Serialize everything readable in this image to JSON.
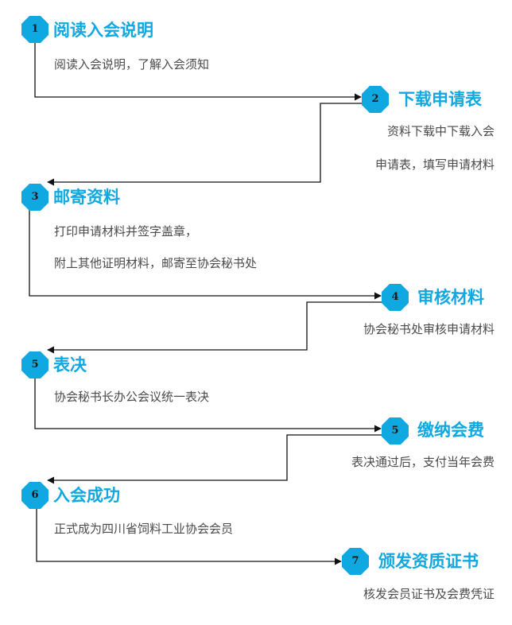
{
  "colors": {
    "accent": "#10a8e0",
    "line": "#111111",
    "text": "#4a4a4a"
  },
  "steps": [
    {
      "num": "1",
      "title": "阅读入会说明",
      "desc": [
        "阅读入会说明，了解入会须知"
      ]
    },
    {
      "num": "2",
      "title": "下载申请表",
      "desc": [
        "资料下载中下载入会",
        "申请表，填写申请材料"
      ]
    },
    {
      "num": "3",
      "title": "邮寄资料",
      "desc": [
        "打印申请材料并签字盖章，",
        "附上其他证明材料，邮寄至协会秘书处"
      ]
    },
    {
      "num": "4",
      "title": "审核材料",
      "desc": [
        "协会秘书处审核申请材料"
      ]
    },
    {
      "num": "5",
      "title": "表决",
      "desc": [
        "协会秘书长办公会议统一表决"
      ]
    },
    {
      "num": "5",
      "title": "缴纳会费",
      "desc": [
        "表决通过后，支付当年会费"
      ]
    },
    {
      "num": "6",
      "title": "入会成功",
      "desc": [
        "正式成为四川省饲料工业协会会员"
      ]
    },
    {
      "num": "7",
      "title": "颁发资质证书",
      "desc": [
        "核发会员证书及会费凭证"
      ]
    }
  ]
}
